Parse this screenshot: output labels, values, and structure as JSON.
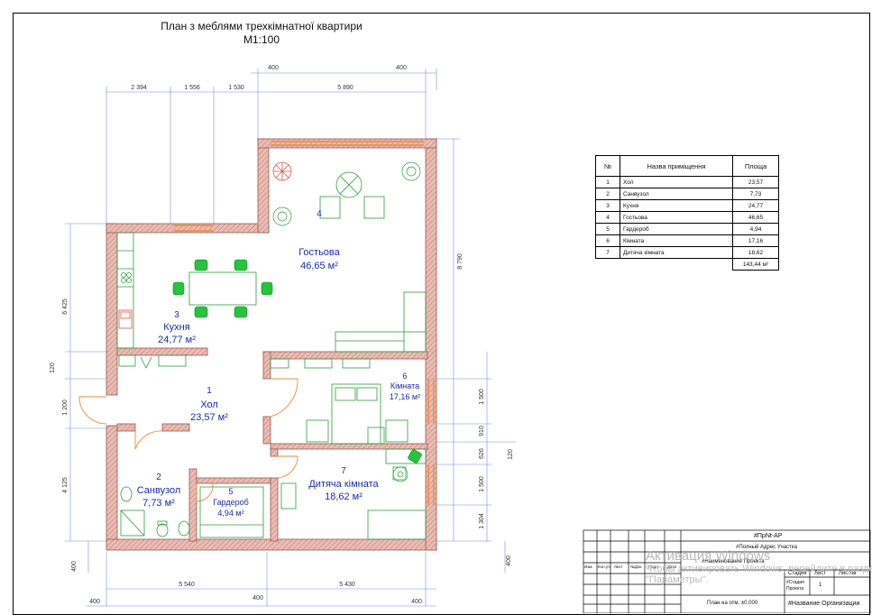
{
  "title": {
    "line1": "План з меблями трехкімнатної квартири",
    "line2": "М1:100"
  },
  "rooms": [
    {
      "num": "1",
      "name": "Хол",
      "area": "23,57 м²"
    },
    {
      "num": "2",
      "name": "Санвузол",
      "area": "7,73 м²"
    },
    {
      "num": "3",
      "name": "Кухня",
      "area": "24,77 м²"
    },
    {
      "num": "4",
      "name": "Гостьова",
      "area": "46,65 м²"
    },
    {
      "num": "5",
      "name": "Гардероб",
      "area": "4,94 м²"
    },
    {
      "num": "6",
      "name": "Кімната",
      "area": "17,16 м²"
    },
    {
      "num": "7",
      "name": "Дитяча кімната",
      "area": "18,62 м²"
    }
  ],
  "dimensions": {
    "top_outer_left": "400",
    "top_outer_right": "400",
    "top_1": "2 394",
    "top_2": "1 556",
    "top_3": "1 530",
    "top_4": "5 890",
    "bottom_1": "5 540",
    "bottom_2": "5 430",
    "bottom_outer_left": "400",
    "bottom_outer_mid": "400",
    "bottom_outer_right": "400",
    "left_1": "6 425",
    "left_2": "120",
    "left_3": "1 200",
    "left_4": "4 125",
    "left_outer": "400",
    "right_total": "8 790",
    "right_1": "1 500",
    "right_2": "910",
    "right_3": "626",
    "right_4": "1 500",
    "right_5": "1 304",
    "right_small": "120",
    "right_outer": "400"
  },
  "table": {
    "headers": {
      "num": "№",
      "name": "Назва приміщення",
      "area": "Площа"
    },
    "rows": [
      {
        "num": "1",
        "name": "Хол",
        "area": "23,57"
      },
      {
        "num": "2",
        "name": "Санвузол",
        "area": "7,73"
      },
      {
        "num": "3",
        "name": "Кухня",
        "area": "24,77"
      },
      {
        "num": "4",
        "name": "Гостьова",
        "area": "46,65"
      },
      {
        "num": "5",
        "name": "Гардероб",
        "area": "4,94"
      },
      {
        "num": "6",
        "name": "Кімната",
        "area": "17,16"
      },
      {
        "num": "7",
        "name": "Дитяча кімната",
        "area": "18,62"
      }
    ],
    "total": "143,44 м²"
  },
  "title_block": {
    "code": "#ПрNt-АР",
    "address": "#Полный Адрес Участка",
    "project": "#Наименование Проекта",
    "plan": "План на отм. ±0.000",
    "org": "#Название Организации",
    "stage_label": "Стадия",
    "sheet_label": "Лист",
    "sheets_label": "Листов",
    "stage_value": "#Стадия Проекта",
    "sheet_value": "1",
    "cols": [
      "Изм.",
      "Кол.уч",
      "Лист",
      "№Док.",
      "Подп.",
      "Дата"
    ]
  },
  "watermark": {
    "line1": "Активация Windows",
    "line2": "Чтобы активировать Windows, перейдите в раздел",
    "line3": "\"Параметры\"."
  },
  "colors": {
    "wall": "#dca8a0",
    "furniture": "#2e9e3a",
    "furniture_fill": "#25c43a",
    "dimension": "#3a6fd0",
    "room_text": "#1a2ab8",
    "window": "#f08a3a"
  }
}
